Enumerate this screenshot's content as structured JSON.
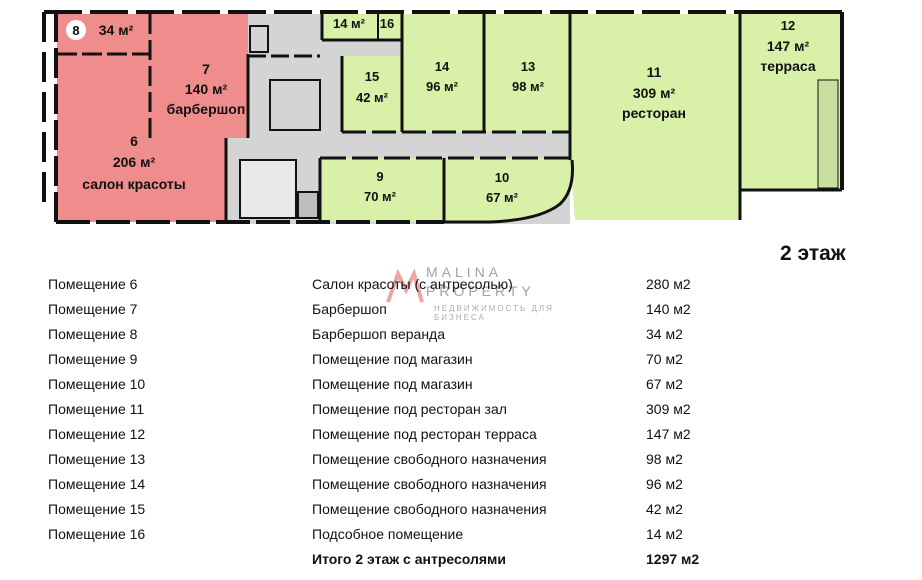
{
  "floor_title": "2 этаж",
  "watermark": {
    "brand_line1": "MALINA",
    "brand_line2": "PROPERTY",
    "tagline": "НЕДВИЖИМОСТЬ ДЛЯ БИЗНЕСА"
  },
  "colors": {
    "salon": "#ef8c8c",
    "free": "#d9f0a8",
    "corridor": "#d4d4d4",
    "wall": "#111111"
  },
  "plan_rooms": [
    {
      "number": "6",
      "area": "206 м²",
      "name": "салон красоты"
    },
    {
      "number": "7",
      "area": "140 м²",
      "name": "барбершоп"
    },
    {
      "number": "8",
      "area": "34 м²",
      "name": ""
    },
    {
      "number": "9",
      "area": "70 м²",
      "name": ""
    },
    {
      "number": "10",
      "area": "67 м²",
      "name": ""
    },
    {
      "number": "11",
      "area": "309 м²",
      "name": "ресторан"
    },
    {
      "number": "12",
      "area": "147 м²",
      "name": "терраса"
    },
    {
      "number": "13",
      "area": "98 м²",
      "name": ""
    },
    {
      "number": "14",
      "area": "96 м²",
      "name": ""
    },
    {
      "number": "15",
      "area": "42 м²",
      "name": ""
    },
    {
      "number": "16",
      "area": "14 м²",
      "name": ""
    }
  ],
  "table": {
    "rows": [
      {
        "room": "Помещение 6",
        "purpose": "Салон красоты (с антресолью)",
        "area": "280 м2"
      },
      {
        "room": "Помещение 7",
        "purpose": "Барбершоп",
        "area": "140 м2"
      },
      {
        "room": "Помещение 8",
        "purpose": "Барбершоп веранда",
        "area": "34 м2"
      },
      {
        "room": "Помещение 9",
        "purpose": "Помещение под магазин",
        "area": "70 м2"
      },
      {
        "room": "Помещение 10",
        "purpose": "Помещение под магазин",
        "area": "67 м2"
      },
      {
        "room": "Помещение 11",
        "purpose": "Помещение под ресторан зал",
        "area": "309 м2"
      },
      {
        "room": "Помещение 12",
        "purpose": "Помещение под ресторан терраса",
        "area": "147 м2"
      },
      {
        "room": "Помещение 13",
        "purpose": "Помещение свободного назначения",
        "area": "98 м2"
      },
      {
        "room": "Помещение 14",
        "purpose": "Помещение свободного назначения",
        "area": "96 м2"
      },
      {
        "room": "Помещение 15",
        "purpose": "Помещение свободного назначения",
        "area": "42 м2"
      },
      {
        "room": "Помещение 16",
        "purpose": "Подсобное помещение",
        "area": "14 м2"
      }
    ],
    "total": {
      "room": "",
      "purpose": "Итого 2 этаж с антресолями",
      "area": "1297 м2"
    }
  }
}
